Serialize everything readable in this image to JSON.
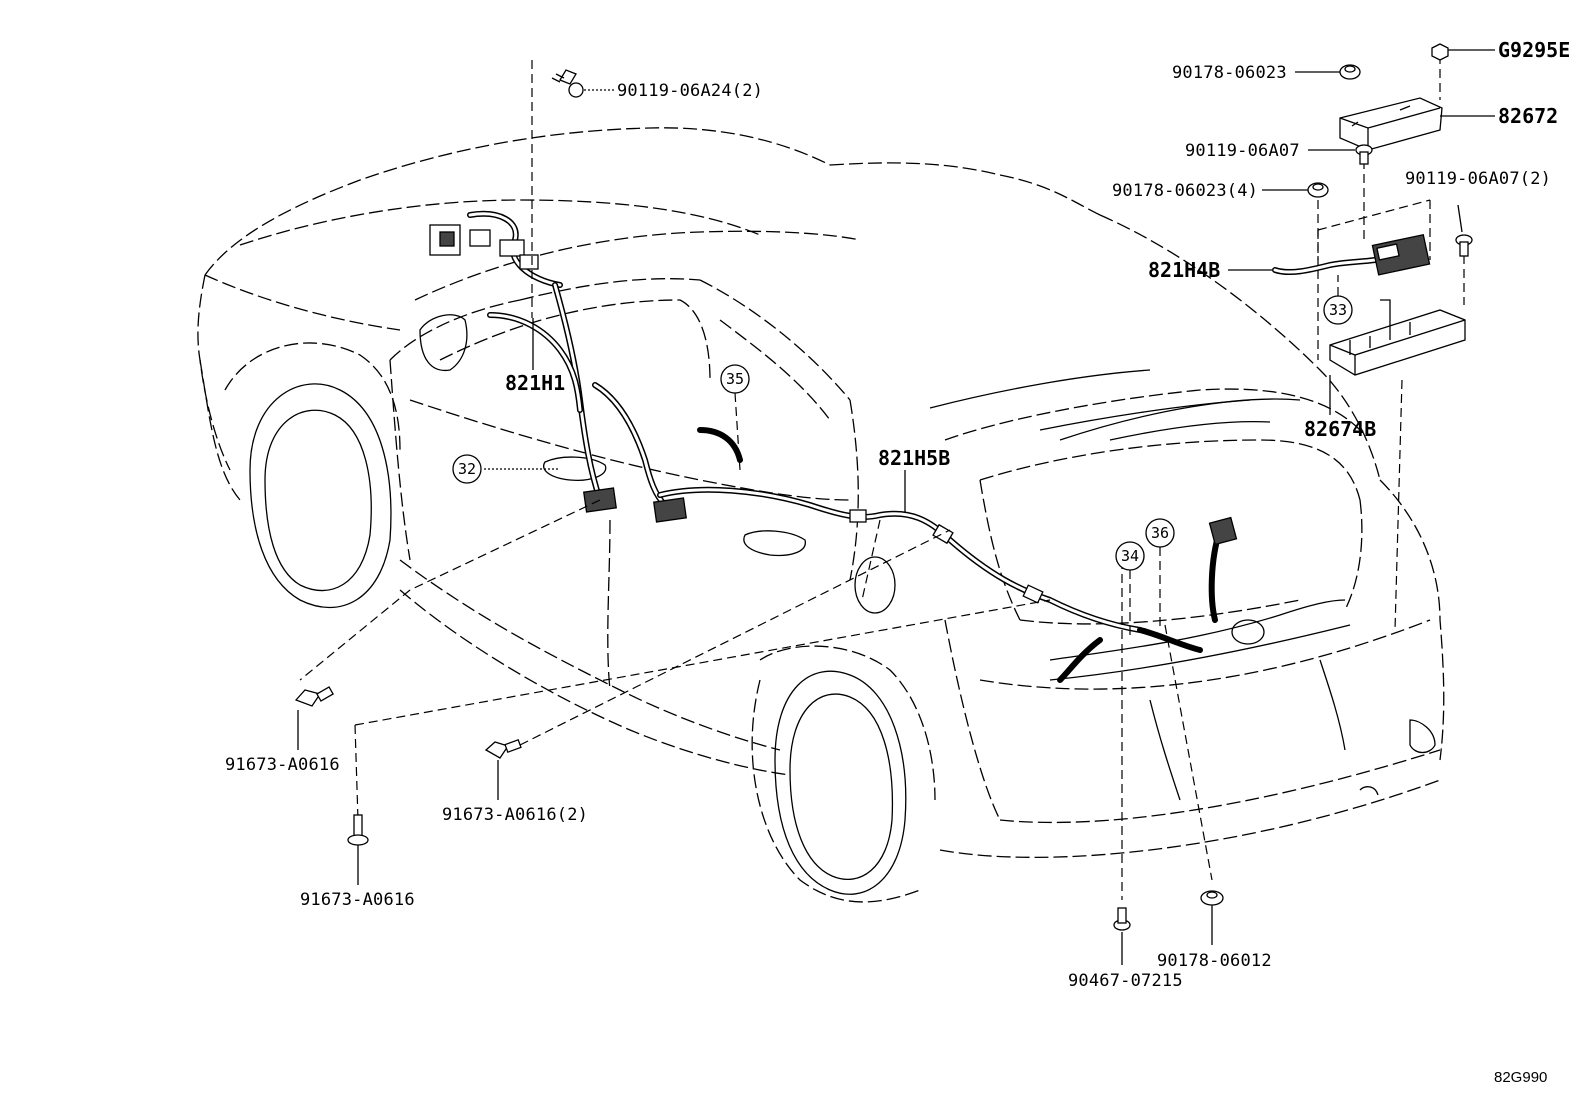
{
  "diagram_code": "82G990",
  "labels": {
    "p_90119_06A24": "90119-06A24(2)",
    "p_90178_06023": "90178-06023",
    "p_G9295E": "G9295E",
    "p_82672": "82672",
    "p_90119_06A07": "90119-06A07",
    "p_90178_06023_4": "90178-06023(4)",
    "p_90119_06A07_2": "90119-06A07(2)",
    "p_821H4B": "821H4B",
    "p_82674B": "82674B",
    "p_821H1": "821H1",
    "p_821H5B": "821H5B",
    "p_91673_A0616_a": "91673-A0616",
    "p_91673_A0616_2": "91673-A0616(2)",
    "p_91673_A0616_b": "91673-A0616",
    "p_90467_07215": "90467-07215",
    "p_90178_06012": "90178-06012"
  },
  "callouts": {
    "c32": "32",
    "c33": "33",
    "c34": "34",
    "c35": "35",
    "c36": "36"
  }
}
